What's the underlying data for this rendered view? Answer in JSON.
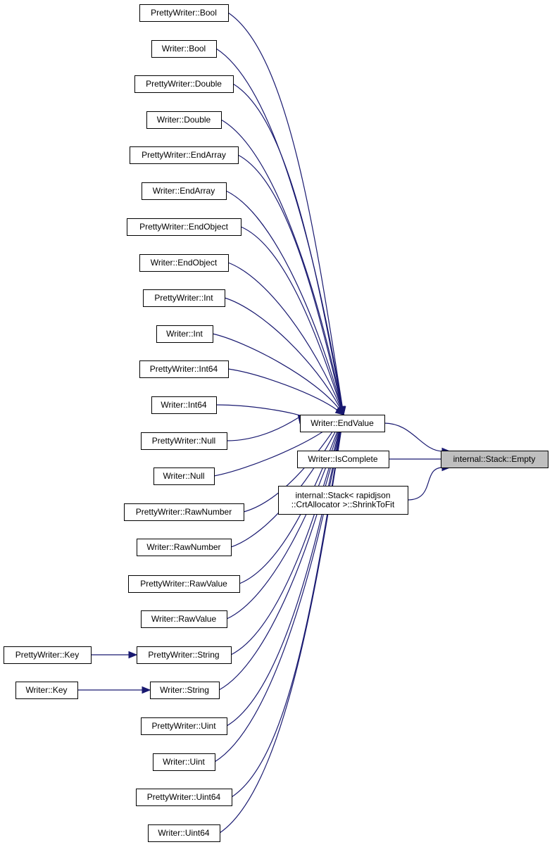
{
  "graph": {
    "target": {
      "id": "empty",
      "label": "internal::Stack::Empty"
    },
    "nodes": [
      {
        "id": "pw_bool",
        "label": "PrettyWriter::Bool"
      },
      {
        "id": "w_bool",
        "label": "Writer::Bool"
      },
      {
        "id": "pw_double",
        "label": "PrettyWriter::Double"
      },
      {
        "id": "w_double",
        "label": "Writer::Double"
      },
      {
        "id": "pw_endarray",
        "label": "PrettyWriter::EndArray"
      },
      {
        "id": "w_endarray",
        "label": "Writer::EndArray"
      },
      {
        "id": "pw_endobject",
        "label": "PrettyWriter::EndObject"
      },
      {
        "id": "w_endobject",
        "label": "Writer::EndObject"
      },
      {
        "id": "pw_int",
        "label": "PrettyWriter::Int"
      },
      {
        "id": "w_int",
        "label": "Writer::Int"
      },
      {
        "id": "pw_int64",
        "label": "PrettyWriter::Int64"
      },
      {
        "id": "w_int64",
        "label": "Writer::Int64"
      },
      {
        "id": "pw_null",
        "label": "PrettyWriter::Null"
      },
      {
        "id": "w_null",
        "label": "Writer::Null"
      },
      {
        "id": "pw_rawnumber",
        "label": "PrettyWriter::RawNumber"
      },
      {
        "id": "w_rawnumber",
        "label": "Writer::RawNumber"
      },
      {
        "id": "pw_rawvalue",
        "label": "PrettyWriter::RawValue"
      },
      {
        "id": "w_rawvalue",
        "label": "Writer::RawValue"
      },
      {
        "id": "pw_string",
        "label": "PrettyWriter::String"
      },
      {
        "id": "w_string",
        "label": "Writer::String"
      },
      {
        "id": "pw_uint",
        "label": "PrettyWriter::Uint"
      },
      {
        "id": "w_uint",
        "label": "Writer::Uint"
      },
      {
        "id": "pw_uint64",
        "label": "PrettyWriter::Uint64"
      },
      {
        "id": "w_uint64",
        "label": "Writer::Uint64"
      },
      {
        "id": "pw_key",
        "label": "PrettyWriter::Key"
      },
      {
        "id": "w_key",
        "label": "Writer::Key"
      },
      {
        "id": "endvalue",
        "label": "Writer::EndValue"
      },
      {
        "id": "iscomplete",
        "label": "Writer::IsComplete"
      },
      {
        "id": "shrinktofit",
        "lines": [
          "internal::Stack< rapidjson",
          "::CrtAllocator >::ShrinkToFit"
        ]
      }
    ],
    "edges": [
      {
        "from": "endvalue",
        "to": "empty"
      },
      {
        "from": "iscomplete",
        "to": "empty"
      },
      {
        "from": "shrinktofit",
        "to": "empty"
      },
      {
        "from": "pw_bool",
        "to": "endvalue"
      },
      {
        "from": "w_bool",
        "to": "endvalue"
      },
      {
        "from": "pw_double",
        "to": "endvalue"
      },
      {
        "from": "w_double",
        "to": "endvalue"
      },
      {
        "from": "pw_endarray",
        "to": "endvalue"
      },
      {
        "from": "w_endarray",
        "to": "endvalue"
      },
      {
        "from": "pw_endobject",
        "to": "endvalue"
      },
      {
        "from": "w_endobject",
        "to": "endvalue"
      },
      {
        "from": "pw_int",
        "to": "endvalue"
      },
      {
        "from": "w_int",
        "to": "endvalue"
      },
      {
        "from": "pw_int64",
        "to": "endvalue"
      },
      {
        "from": "w_int64",
        "to": "endvalue"
      },
      {
        "from": "pw_null",
        "to": "endvalue"
      },
      {
        "from": "w_null",
        "to": "endvalue"
      },
      {
        "from": "pw_rawnumber",
        "to": "endvalue"
      },
      {
        "from": "w_rawnumber",
        "to": "endvalue"
      },
      {
        "from": "pw_rawvalue",
        "to": "endvalue"
      },
      {
        "from": "w_rawvalue",
        "to": "endvalue"
      },
      {
        "from": "pw_string",
        "to": "endvalue"
      },
      {
        "from": "w_string",
        "to": "endvalue"
      },
      {
        "from": "pw_uint",
        "to": "endvalue"
      },
      {
        "from": "w_uint",
        "to": "endvalue"
      },
      {
        "from": "pw_uint64",
        "to": "endvalue"
      },
      {
        "from": "w_uint64",
        "to": "endvalue"
      },
      {
        "from": "pw_key",
        "to": "pw_string"
      },
      {
        "from": "w_key",
        "to": "w_string"
      }
    ],
    "colors": {
      "edge": "#191970",
      "target_fill": "#bfbfbf",
      "node_border": "#000000"
    }
  }
}
